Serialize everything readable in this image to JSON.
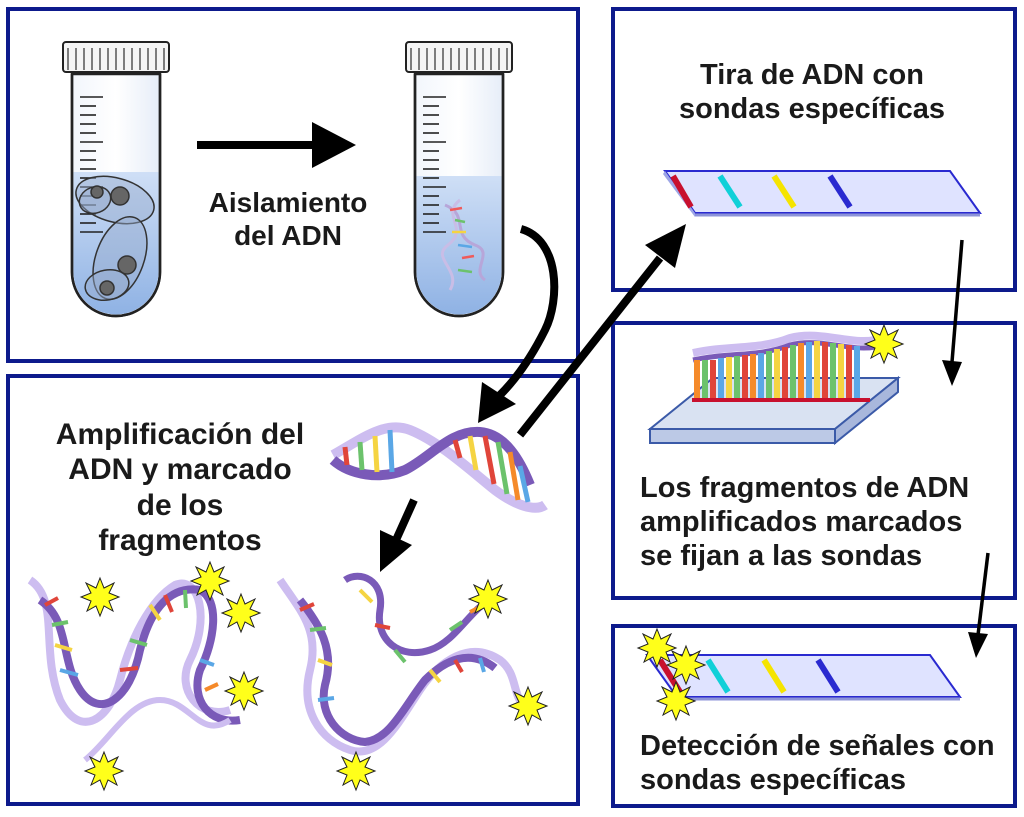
{
  "colors": {
    "frame": "#0d1a8c",
    "arrow": "#000000",
    "liquid": "#a9c6ec",
    "strip": "#dfe3ff",
    "backbone": "#7a5ab8",
    "star": "#ffff1a",
    "probe_red": "#c8102e",
    "probe_cyan": "#10d0d8",
    "probe_yellow": "#f5e400",
    "probe_blue": "#2a2ad0"
  },
  "panels": {
    "isolation": {
      "label_lines": [
        "Aislamiento",
        "del ADN"
      ]
    },
    "strip": {
      "label_lines": [
        "Tira de ADN con",
        "sondas específicas"
      ]
    },
    "amplification": {
      "label_lines": [
        "Amplificación del",
        "ADN y marcado",
        "de los fragmentos"
      ]
    },
    "binding": {
      "label_lines": [
        "Los fragmentos de ADN",
        "amplificados marcados",
        "se fijan a las sondas"
      ]
    },
    "detection": {
      "label_lines": [
        "Detección de señales con",
        "sondas específicas"
      ]
    }
  },
  "icons": [
    "test-tube-icon",
    "cell-icon",
    "dna-helix-icon",
    "probe-strip-icon",
    "star-marker-icon",
    "arrow-icon"
  ]
}
